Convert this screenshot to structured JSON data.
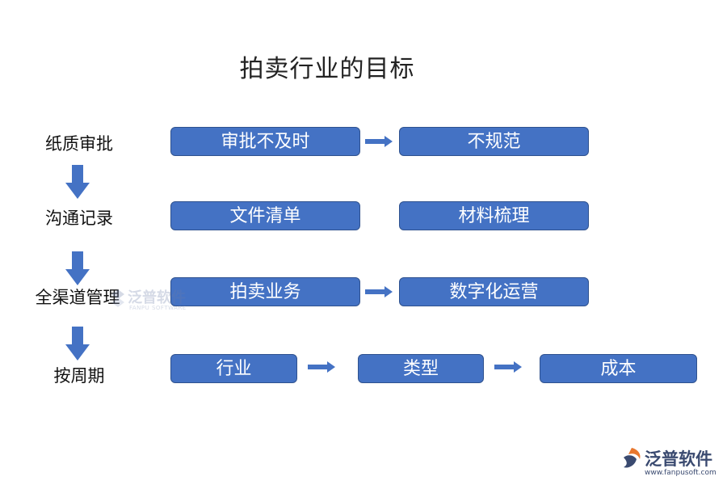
{
  "title": "拍卖行业的目标",
  "stages": [
    "纸质审批",
    "沟通记录",
    "全渠道管理",
    "按周期"
  ],
  "rows": [
    [
      "审批不及时",
      "不规范"
    ],
    [
      "文件清单",
      "材料梳理"
    ],
    [
      "拍卖业务",
      "数字化运营"
    ],
    [
      "行业",
      "类型",
      "成本"
    ]
  ],
  "colors": {
    "box_fill": "#4472c4",
    "box_border": "#2f528f",
    "arrow": "#4472c4"
  },
  "watermark": {
    "text": "泛普软件",
    "sub": "FANPU SOFTWARE"
  },
  "logo": {
    "text": "泛普软件",
    "url": "www.fanpusoft.com"
  }
}
